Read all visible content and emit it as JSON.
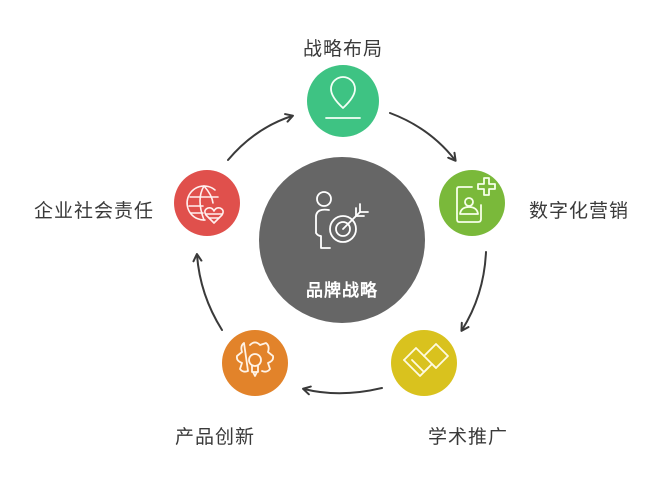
{
  "diagram": {
    "type": "cycle",
    "center": {
      "label": "品牌战略",
      "icon": "person-target-icon",
      "color": "#666666"
    },
    "nodes": [
      {
        "label": "战略布局",
        "icon": "map-pin-icon",
        "color": "#3ec383"
      },
      {
        "label": "数字化营销",
        "icon": "phone-user-plus-icon",
        "color": "#7ab93a"
      },
      {
        "label": "学术推广",
        "icon": "book-icon",
        "color": "#d9c21e"
      },
      {
        "label": "产品创新",
        "icon": "gear-lightbulb-icon",
        "color": "#e2832a"
      },
      {
        "label": "企业社会责任",
        "icon": "globe-heart-icon",
        "color": "#e0504c"
      }
    ],
    "arrow_color": "#3a3a3a",
    "flow": "clockwise"
  }
}
